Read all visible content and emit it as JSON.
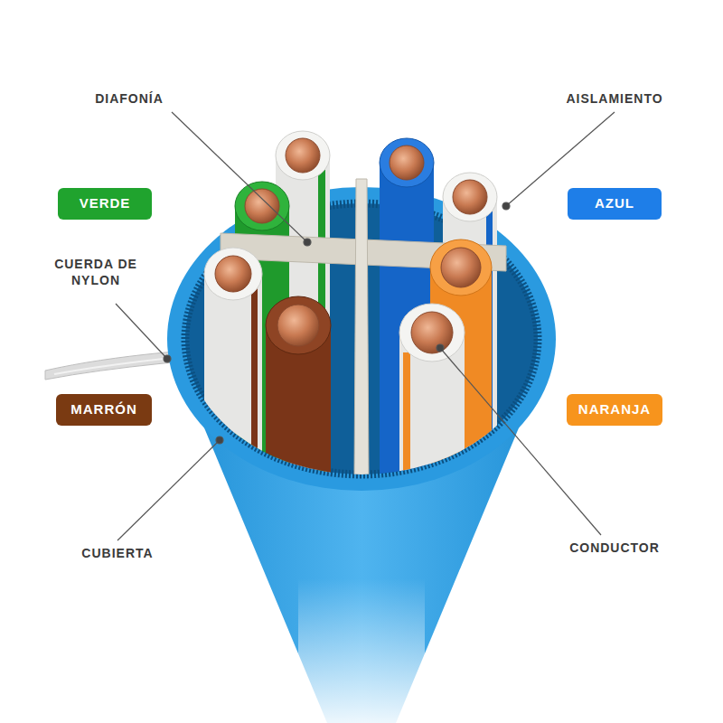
{
  "diagram": {
    "nodes": [
      {
        "text": [
          "VERDE"
        ]
      },
      {
        "text": [
          "AZUL"
        ]
      },
      {
        "text": [
          "MARRÓN"
        ]
      },
      {
        "text": [
          "NARANJA"
        ]
      }
    ],
    "labels": [
      "DIAFONÍA",
      "AISLAMIENTO",
      "CUERDA DE NYLON",
      "CUBIERTA",
      "CONDUCTOR"
    ]
  }
}
